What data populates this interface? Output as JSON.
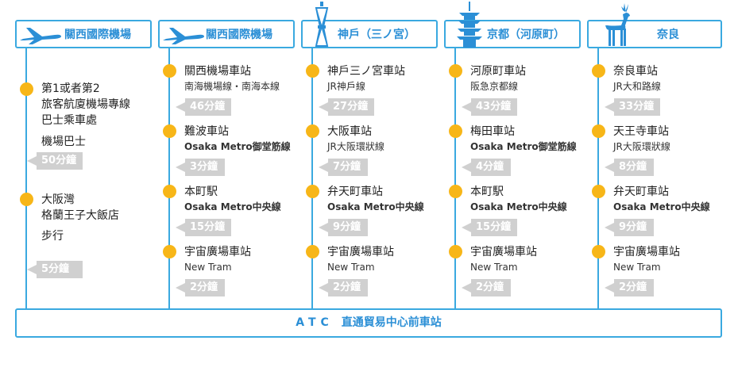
{
  "headers": [
    {
      "label": "關西國際機場",
      "icon": "airplane-icon"
    },
    {
      "label": "關西國際機場",
      "icon": "airplane-icon"
    },
    {
      "label": "神戶（三ノ宮）",
      "icon": "kobe-tower-icon"
    },
    {
      "label": "京都（河原町）",
      "icon": "pagoda-icon"
    },
    {
      "label": "奈良",
      "icon": "deer-icon"
    }
  ],
  "column1": {
    "stop1": {
      "lines": [
        "第1或者第2",
        "旅客航廈機場專線",
        "巴士乘車處"
      ],
      "mode": "機場巴士",
      "time": "50分鐘"
    },
    "stop2": {
      "lines": [
        "大阪灣",
        "格蘭王子大飯店"
      ],
      "mode": "步行",
      "time": "5分鐘"
    }
  },
  "columns": [
    {
      "stops": [
        {
          "station": "關西機場車站",
          "line": "南海機場線・南海本線",
          "time": "46分鐘"
        },
        {
          "station": "難波車站",
          "line": "Osaka Metro御堂筋線",
          "time": "3分鐘"
        },
        {
          "station": "本町駅",
          "line": "Osaka Metro中央線",
          "time": "15分鐘"
        },
        {
          "station": "宇宙廣場車站",
          "line": "New Tram",
          "time": "2分鐘"
        }
      ]
    },
    {
      "stops": [
        {
          "station": "神戶三ノ宮車站",
          "line": "JR神戶線",
          "time": "27分鐘"
        },
        {
          "station": "大阪車站",
          "line": "JR大阪環狀線",
          "time": "7分鐘"
        },
        {
          "station": "弁天町車站",
          "line": "Osaka Metro中央線",
          "time": "9分鐘"
        },
        {
          "station": "宇宙廣場車站",
          "line": "New Tram",
          "time": "2分鐘"
        }
      ]
    },
    {
      "stops": [
        {
          "station": "河原町車站",
          "line": "阪急京都線",
          "time": "43分鐘"
        },
        {
          "station": "梅田車站",
          "line": "Osaka Metro御堂筋線",
          "time": "4分鐘"
        },
        {
          "station": "本町駅",
          "line": "Osaka Metro中央線",
          "time": "15分鐘"
        },
        {
          "station": "宇宙廣場車站",
          "line": "New Tram",
          "time": "2分鐘"
        }
      ]
    },
    {
      "stops": [
        {
          "station": "奈良車站",
          "line": "JR大和路線",
          "time": "33分鐘"
        },
        {
          "station": "天王寺車站",
          "line": "JR大阪環狀線",
          "time": "8分鐘"
        },
        {
          "station": "弁天町車站",
          "line": "Osaka Metro中央線",
          "time": "9分鐘"
        },
        {
          "station": "宇宙廣場車站",
          "line": "New Tram",
          "time": "2分鐘"
        }
      ]
    }
  ],
  "footer": {
    "code": "ATC",
    "name": "直通貿易中心前車站"
  },
  "colors": {
    "accent": "#3aa9e0",
    "dot": "#f7b618",
    "tag": "#d0d0d0"
  }
}
